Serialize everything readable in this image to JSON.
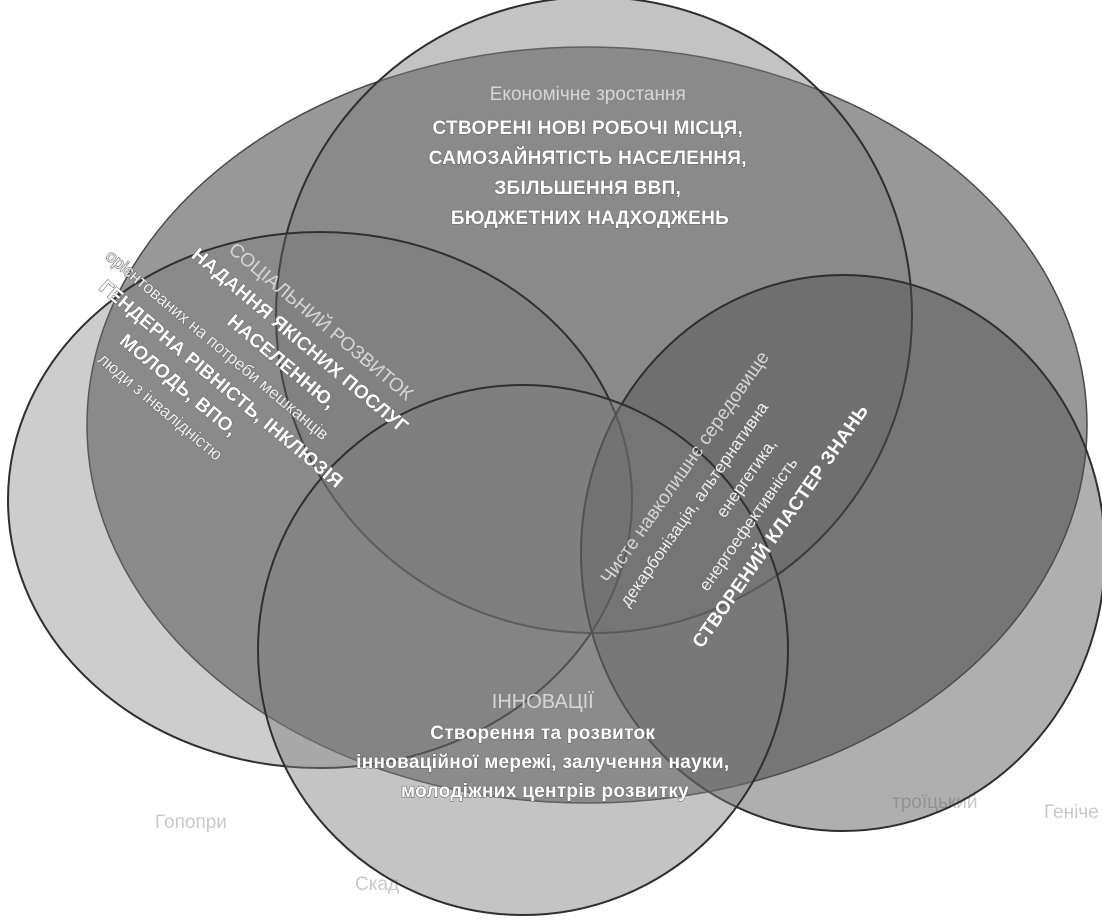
{
  "colors": {
    "background": "#ffffff",
    "outer_ellipse": "#8f8f8f",
    "circle_fill": "#7a7a7a",
    "circle_stroke": "#2f2f2f"
  },
  "economic": {
    "heading": "Економічне зростання",
    "lines": [
      "СТВОРЕНІ НОВІ РОБОЧІ МІСЦЯ,",
      "САМОЗАЙНЯТІСТЬ НАСЕЛЕННЯ,",
      "ЗБІЛЬШЕННЯ ВВП,",
      "БЮДЖЕТНИХ НАДХОДЖЕНЬ"
    ]
  },
  "social": {
    "heading": "СОЦІАЛЬНИЙ РОЗВИТОК",
    "lines": [
      "НАДАННЯ ЯКІСНИХ ПОСЛУГ",
      "НАСЕЛЕННЮ,",
      "орієнтованих на потреби мешканців",
      "ГЕНДЕРНА РІВНІСТЬ, ІНКЛЮЗІЯ",
      "МОЛОДЬ, ВПО,",
      "люди з інвалідністю"
    ]
  },
  "environment": {
    "heading": "Чисте навколишнє середовище",
    "lines": [
      "декарбонізація, альтернативна",
      "енергетика,",
      "енергоефективність",
      "СТВОРЕНИЙ КЛАСТЕР ЗНАНЬ"
    ]
  },
  "innovation": {
    "heading": "ІННОВАЦІЇ",
    "lines": [
      "Створення та розвиток",
      "інноваційної мережі, залучення науки,",
      "молодіжних центрів розвитку"
    ]
  },
  "background_map_labels": [
    "Гопопри",
    "троїцький",
    "Генічe",
    "Скад"
  ]
}
